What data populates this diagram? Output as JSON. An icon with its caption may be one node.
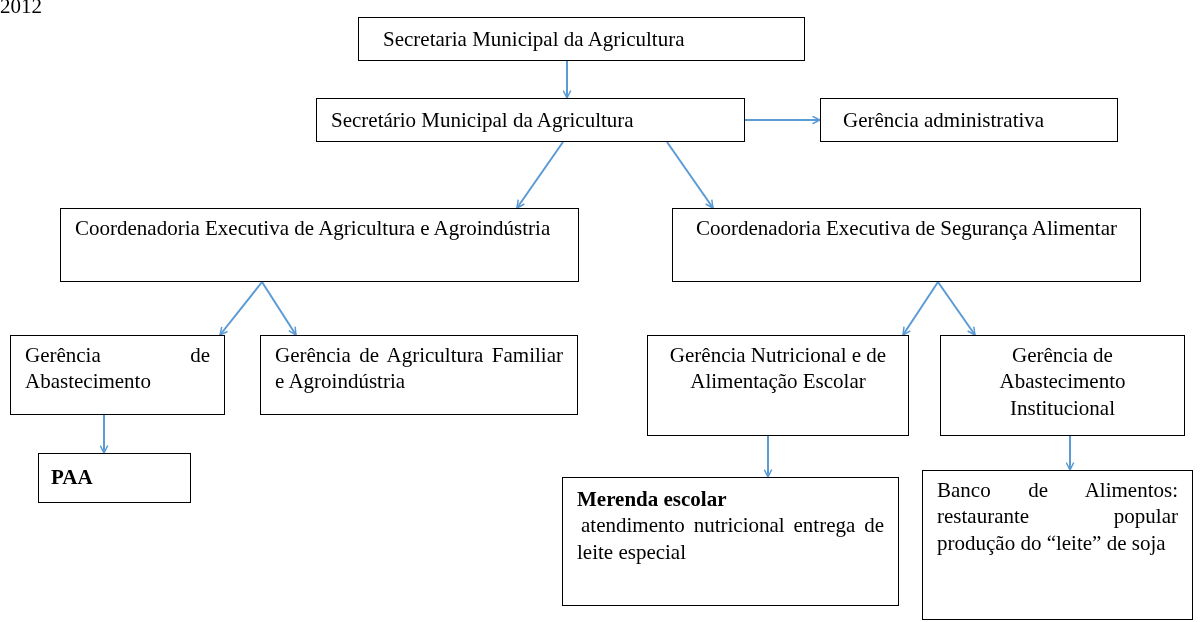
{
  "diagram": {
    "nodes": [
      {
        "text": [
          "Secretaria Municipal da Agricultura"
        ]
      },
      {
        "text": [
          "Secretário Municipal da Agricultura"
        ]
      },
      {
        "text": [
          "Gerência administrativa"
        ]
      },
      {
        "text": [
          "Coordenadoria Executiva de Agricultura e Agroindústria"
        ]
      },
      {
        "text": [
          "Coordenadoria Executiva de Segurança Alimentar"
        ]
      },
      {
        "text": [
          "Gerência de Abastecimento"
        ]
      },
      {
        "text": [
          "Gerência de Agricultura Familiar e Agroindústria"
        ]
      },
      {
        "text": [
          "Gerência Nutricional e de Alimentação Escolar"
        ]
      },
      {
        "text": [
          "Gerência de Abastecimento Institucional"
        ]
      },
      {
        "text": [
          "PAA"
        ]
      },
      {
        "text": [
          "Merenda escolar",
          "atendimento nutricional entrega de leite especial"
        ]
      },
      {
        "text": [
          "Banco de Alimentos: restaurante popular produção do “leite” de soja"
        ]
      }
    ],
    "edges": [
      {
        "from": 0,
        "to": 1,
        "arrow": "to"
      },
      {
        "from": 1,
        "to": 2,
        "arrow": "to"
      },
      {
        "from": 1,
        "to": 3,
        "arrow": "to"
      },
      {
        "from": 1,
        "to": 4,
        "arrow": "to"
      },
      {
        "from": 3,
        "to": 5,
        "arrow": "to"
      },
      {
        "from": 3,
        "to": 6,
        "arrow": "to"
      },
      {
        "from": 4,
        "to": 7,
        "arrow": "to"
      },
      {
        "from": 4,
        "to": 8,
        "arrow": "to"
      },
      {
        "from": 5,
        "to": 9,
        "arrow": "to"
      },
      {
        "from": 7,
        "to": 10,
        "arrow": "to"
      },
      {
        "from": 8,
        "to": 11,
        "arrow": "to"
      }
    ],
    "labels": [
      "2012"
    ]
  }
}
